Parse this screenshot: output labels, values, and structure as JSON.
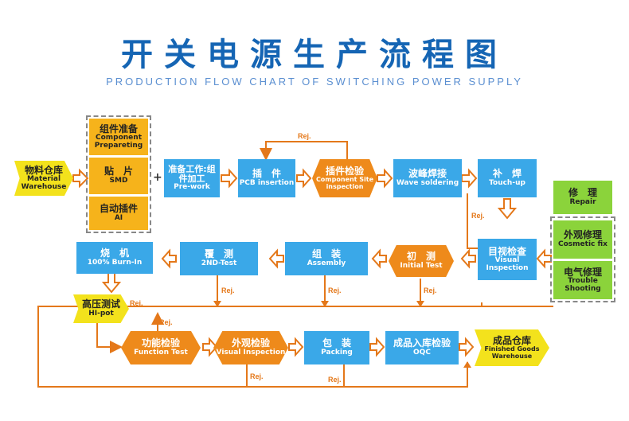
{
  "title": "开关电源生产流程图",
  "subtitle": "PRODUCTION FLOW CHART OF SWITCHING POWER SUPPLY",
  "reject_label": "Rej.",
  "plus": "+",
  "steps": {
    "material_warehouse": {
      "cn": "物料仓库",
      "en": "Material Warehouse"
    },
    "component_preparing": {
      "cn": "组件准备",
      "en": "Component Prepareting"
    },
    "smd": {
      "cn": "贴　片",
      "en": "SMD"
    },
    "ai": {
      "cn": "自动插件",
      "en": "AI"
    },
    "pre_work": {
      "cn": "准备工作:组件加工",
      "en": "Pre-work"
    },
    "pcb_insertion": {
      "cn": "插　件",
      "en": "PCB insertion"
    },
    "component_inspection": {
      "cn": "插件检验",
      "en": "Component Site inspection"
    },
    "wave_soldering": {
      "cn": "波峰焊接",
      "en": "Wave soldering"
    },
    "touch_up": {
      "cn": "补　焊",
      "en": "Touch-up"
    },
    "repair": {
      "cn": "修　理",
      "en": "Repair"
    },
    "cosmetic_fix": {
      "cn": "外观修理",
      "en": "Cosmetic fix"
    },
    "trouble_shooting": {
      "cn": "电气修理",
      "en": "Trouble Shooting"
    },
    "visual_inspection_1": {
      "cn": "目视检查",
      "en": "Visual Inspection"
    },
    "initial_test": {
      "cn": "初　测",
      "en": "Initial Test"
    },
    "assembly": {
      "cn": "组　装",
      "en": "Assembly"
    },
    "second_test": {
      "cn": "覆　测",
      "en": "2ND-Test"
    },
    "burn_in": {
      "cn": "烧　机",
      "en": "100% Burn-In"
    },
    "hi_pot": {
      "cn": "高压测试",
      "en": "HI-pot"
    },
    "function_test": {
      "cn": "功能检验",
      "en": "Function Test"
    },
    "visual_inspection_2": {
      "cn": "外观检验",
      "en": "Visual Inspection"
    },
    "packing": {
      "cn": "包　装",
      "en": "Packing"
    },
    "oqc": {
      "cn": "成品入库检验",
      "en": "OQC"
    },
    "finished_goods": {
      "cn": "成品仓库",
      "en": "Finished Goods Warehouse"
    }
  }
}
